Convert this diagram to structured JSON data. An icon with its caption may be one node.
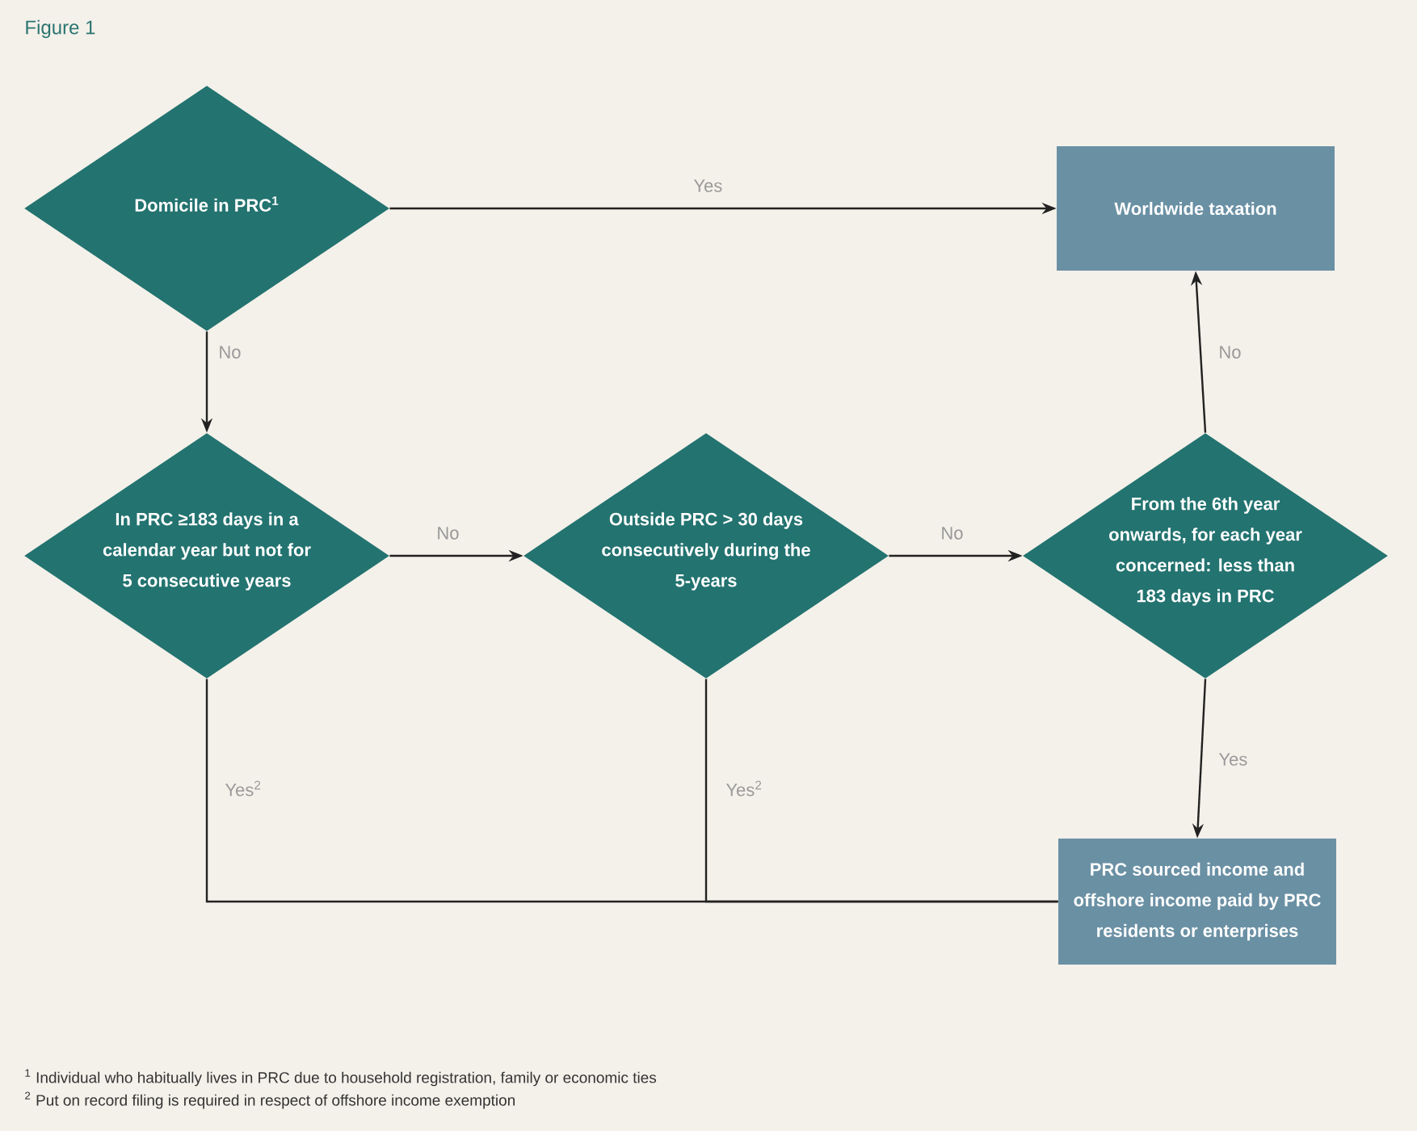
{
  "diagram": {
    "title": "Figure 1",
    "nodes": [
      {
        "text": [
          "Domicile in PRC$^{1}$"
        ]
      },
      {
        "text": [
          "Worldwide taxation"
        ]
      },
      {
        "text": [
          "In PRC ≥183 days in a calendar year but not for 5 consecutive years"
        ]
      },
      {
        "text": [
          "Outside PRC > 30 days consecutively during the 5-years"
        ]
      },
      {
        "text": [
          "From the 6th year onwards, for each year concerned: less than 183 days in PRC"
        ]
      },
      {
        "text": [
          "PRC sourced income and offshore income paid by PRC residents or enterprises"
        ]
      }
    ],
    "edges": [
      {
        "from": 0,
        "to": 1,
        "arrow": "to",
        "label": "Yes"
      },
      {
        "from": 0,
        "to": 2,
        "arrow": "to",
        "label": "No"
      },
      {
        "from": 2,
        "to": 3,
        "arrow": "to",
        "label": "No"
      },
      {
        "from": 3,
        "to": 4,
        "arrow": "to",
        "label": "No"
      },
      {
        "from": 4,
        "to": 1,
        "arrow": "to",
        "label": "No"
      },
      {
        "from": 4,
        "to": 5,
        "arrow": "to",
        "label": "Yes"
      },
      {
        "from": 2,
        "to": 5,
        "arrow": "none",
        "label": "Yes$^{2}$"
      },
      {
        "from": 3,
        "to": 5,
        "arrow": "none",
        "label": "Yes$^{2}$"
      }
    ],
    "labels": [
      "$^{1}$ Individual who habitually lives in PRC due to household registration, family or economic ties",
      "$^{2}$ Put on record filing is required in respect of offshore income exemption"
    ]
  }
}
